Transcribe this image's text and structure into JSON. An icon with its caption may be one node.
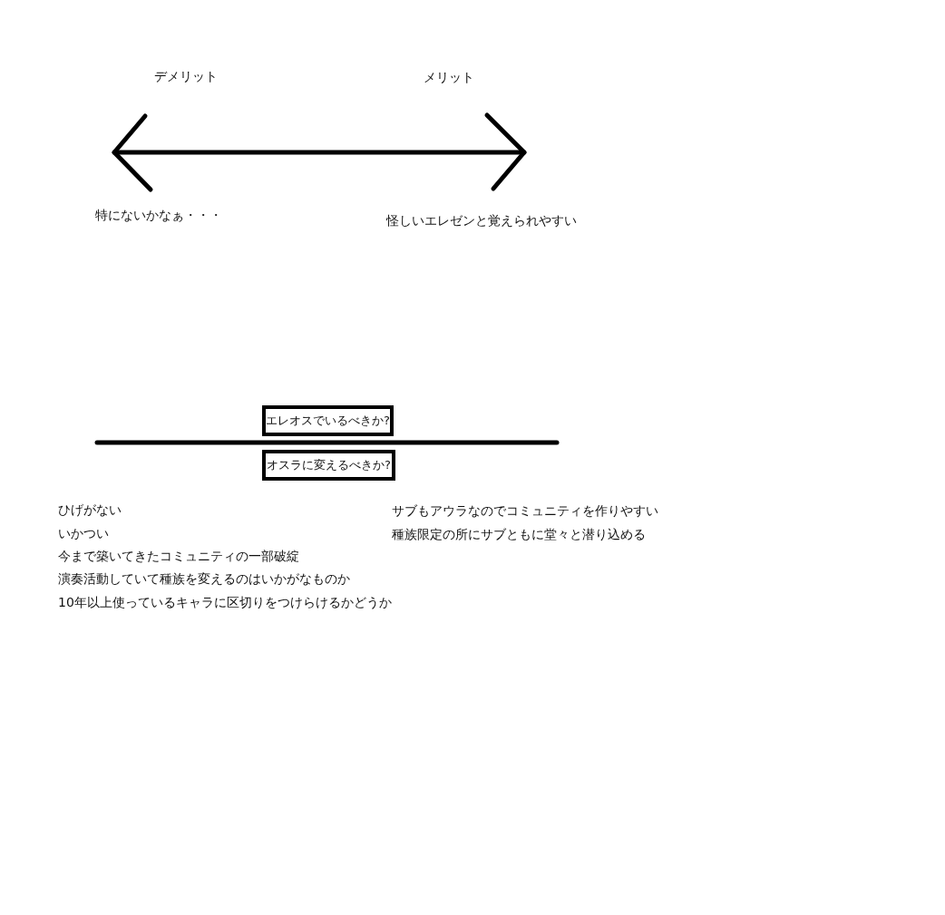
{
  "diagram": {
    "nodes": [
      {
        "text": [
          "エレオスでいるべきか?"
        ]
      },
      {
        "text": [
          "オスラに変えるべきか?"
        ]
      }
    ],
    "edges": [],
    "labels": [
      "デメリット",
      "メリット",
      "特にないかなぁ・・・",
      "怪しいエレゼンと覚えられやすい",
      "ひげがない",
      "いかつい",
      "今まで築いてきたコミュニティの一部破綻",
      "演奏活動していて種族を変えるのはいかがなものか",
      "10年以上使っているキャラに区切りをつけらけるかどうか",
      "サブもアウラなのでコミュニティを作りやすい",
      "種族限定の所にサブともに堂々と潜り込める"
    ]
  }
}
